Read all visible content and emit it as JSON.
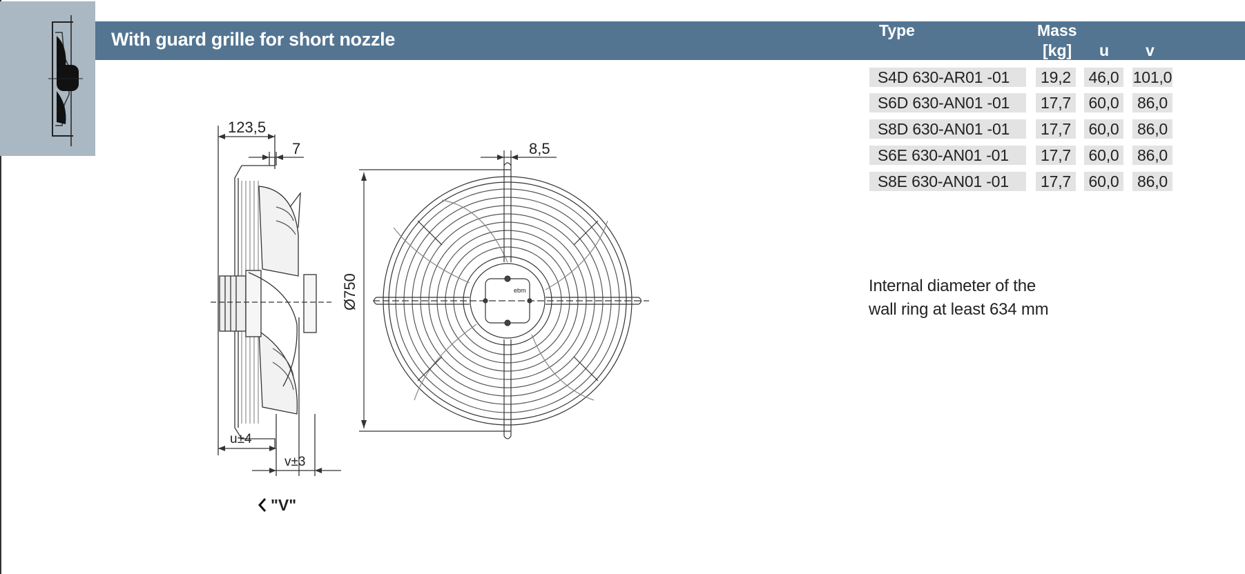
{
  "header": {
    "title": "With guard grille for short nozzle"
  },
  "table": {
    "col_type": "Type",
    "col_mass_line1": "Mass",
    "col_mass_line2": "[kg]",
    "col_u": "u",
    "col_v": "v",
    "rows": [
      {
        "type": "S4D 630-AR01 -01",
        "mass": "19,2",
        "u": "46,0",
        "v": "101,0"
      },
      {
        "type": "S6D 630-AN01 -01",
        "mass": "17,7",
        "u": "60,0",
        "v": "86,0"
      },
      {
        "type": "S8D 630-AN01 -01",
        "mass": "17,7",
        "u": "60,0",
        "v": "86,0"
      },
      {
        "type": "S6E 630-AN01 -01",
        "mass": "17,7",
        "u": "60,0",
        "v": "86,0"
      },
      {
        "type": "S8E 630-AN01 -01",
        "mass": "17,7",
        "u": "60,0",
        "v": "86,0"
      }
    ]
  },
  "note": {
    "line1": "Internal diameter of the",
    "line2": "wall ring at least 634 mm"
  },
  "dimensions": {
    "depth": "123,5",
    "flange": "7",
    "grille_gap": "8,5",
    "diameter": "Ø750",
    "u_tol": "u±4",
    "v_tol": "v±3",
    "view_label": "\"V\""
  },
  "colors": {
    "header_bar": "#537592",
    "thumb_bg": "#a9b8c2",
    "cell_bg": "#e3e3e3"
  }
}
